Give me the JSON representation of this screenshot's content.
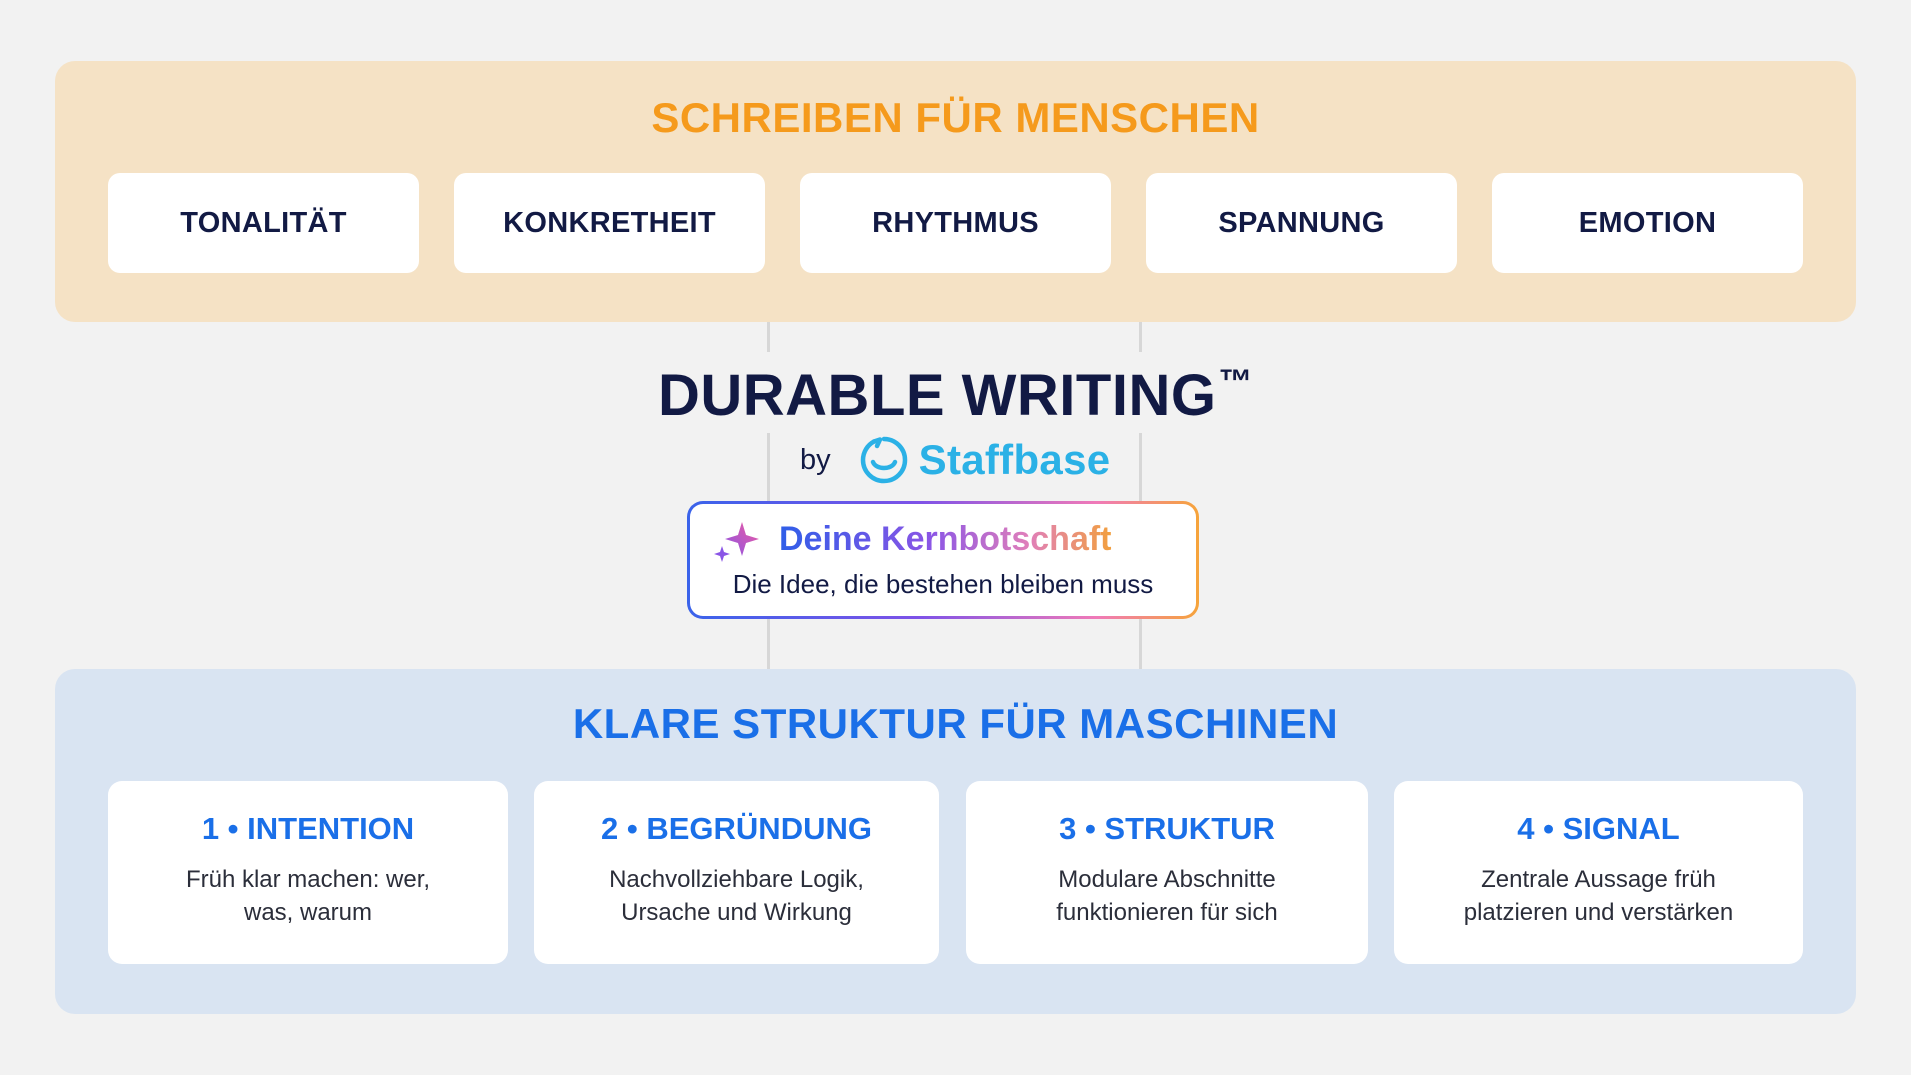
{
  "top_panel": {
    "title": "SCHREIBEN FÜR MENSCHEN",
    "items": [
      "TONALITÄT",
      "KONKRETHEIT",
      "RHYTHMUS",
      "SPANNUNG",
      "EMOTION"
    ]
  },
  "center": {
    "title": "DURABLE WRITING",
    "trademark": "™",
    "by": "by",
    "brand": "Staffbase",
    "core_title": "Deine Kernbotschaft",
    "core_subtitle": "Die Idee, die bestehen bleiben muss"
  },
  "bottom_panel": {
    "title": "KLARE STRUKTUR FÜR MASCHINEN",
    "cards": [
      {
        "title": "1 • INTENTION",
        "line1": "Früh klar machen: wer,",
        "line2": "was, warum"
      },
      {
        "title": "2 • BEGRÜNDUNG",
        "line1": "Nachvollziehbare Logik,",
        "line2": "Ursache und Wirkung"
      },
      {
        "title": "3 • STRUKTUR",
        "line1": "Modulare Abschnitte",
        "line2": "funktionieren für sich"
      },
      {
        "title": "4 • SIGNAL",
        "line1": "Zentrale Aussage früh",
        "line2": "platzieren und verstärken"
      }
    ]
  },
  "colors": {
    "top_panel_bg": "#f5e2c5",
    "top_title": "#f59a1c",
    "bottom_panel_bg": "#d9e4f2",
    "bottom_title": "#1a6fe8",
    "navy": "#121a44",
    "brand_blue": "#2bb1e6"
  },
  "icons": {
    "logo": "staffbase-smile-logo-icon",
    "sparkle": "sparkle-icon"
  }
}
